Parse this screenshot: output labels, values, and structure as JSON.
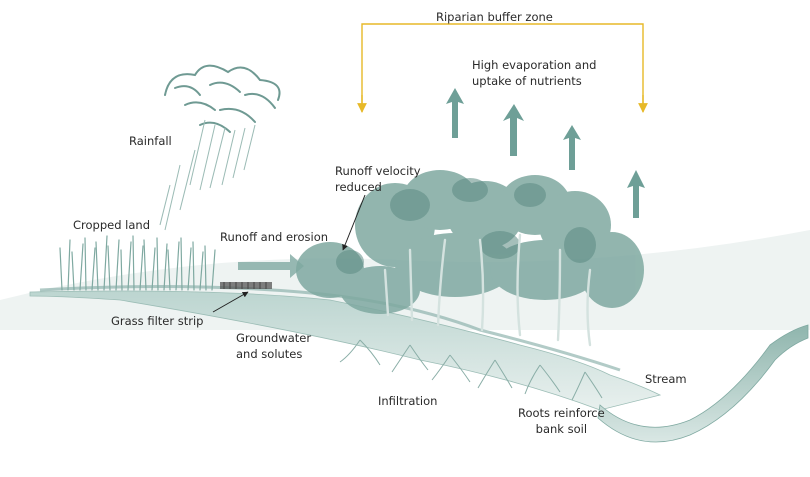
{
  "labels": {
    "riparian_zone": "Riparian buffer zone",
    "evaporation_line1": "High evaporation and",
    "evaporation_line2": "uptake of nutrients",
    "rainfall": "Rainfall",
    "runoff_velocity_line1": "Runoff velocity",
    "runoff_velocity_line2": "reduced",
    "cropped_land": "Cropped land",
    "runoff_erosion": "Runoff and erosion",
    "grass_filter": "Grass filter strip",
    "groundwater_line1": "Groundwater",
    "groundwater_line2": "and solutes",
    "infiltration": "Infiltration",
    "roots_line1": "Roots reinforce",
    "roots_line2": "bank soil",
    "stream": "Stream"
  },
  "colors": {
    "bracket": "#e7b928",
    "arrow": "#6e9f97",
    "vegetation": "#7fa9a1",
    "foliage_dark": "#5c8b83",
    "trunk": "#d4e2df",
    "pointer": "#222222"
  }
}
